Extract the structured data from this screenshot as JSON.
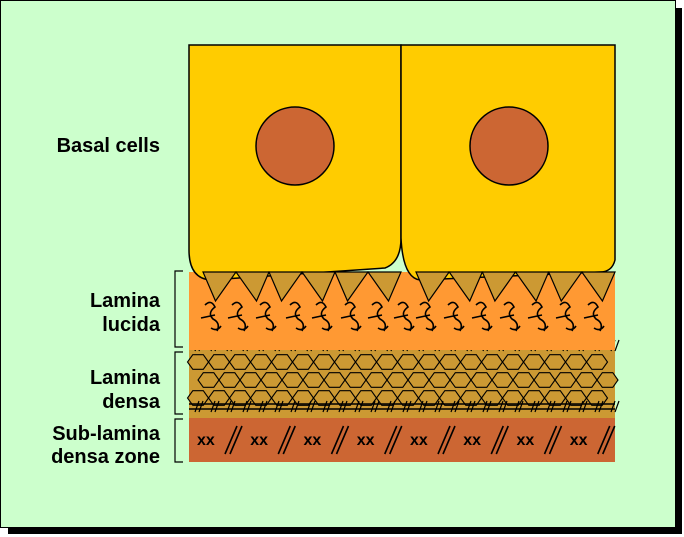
{
  "labels": {
    "basal_cells": "Basal cells",
    "lamina_lucida_1": "Lamina",
    "lamina_lucida_2": "lucida",
    "lamina_densa_1": "Lamina",
    "lamina_densa_2": "densa",
    "sub_lamina_1": "Sub-lamina",
    "sub_lamina_2": "densa zone"
  },
  "sub_lamina_marks": [
    "xx",
    "xx",
    "xx",
    "xx",
    "xx",
    "xx",
    "xx",
    "xx"
  ],
  "colors": {
    "background": "#ccffcc",
    "cell": "#ffcc00",
    "nucleus": "#cc6633",
    "lamina_lucida": "#ff9933",
    "hemidesmosome": "#cc9933",
    "lamina_densa": "#cc9933",
    "sub_lamina": "#cc6633"
  }
}
